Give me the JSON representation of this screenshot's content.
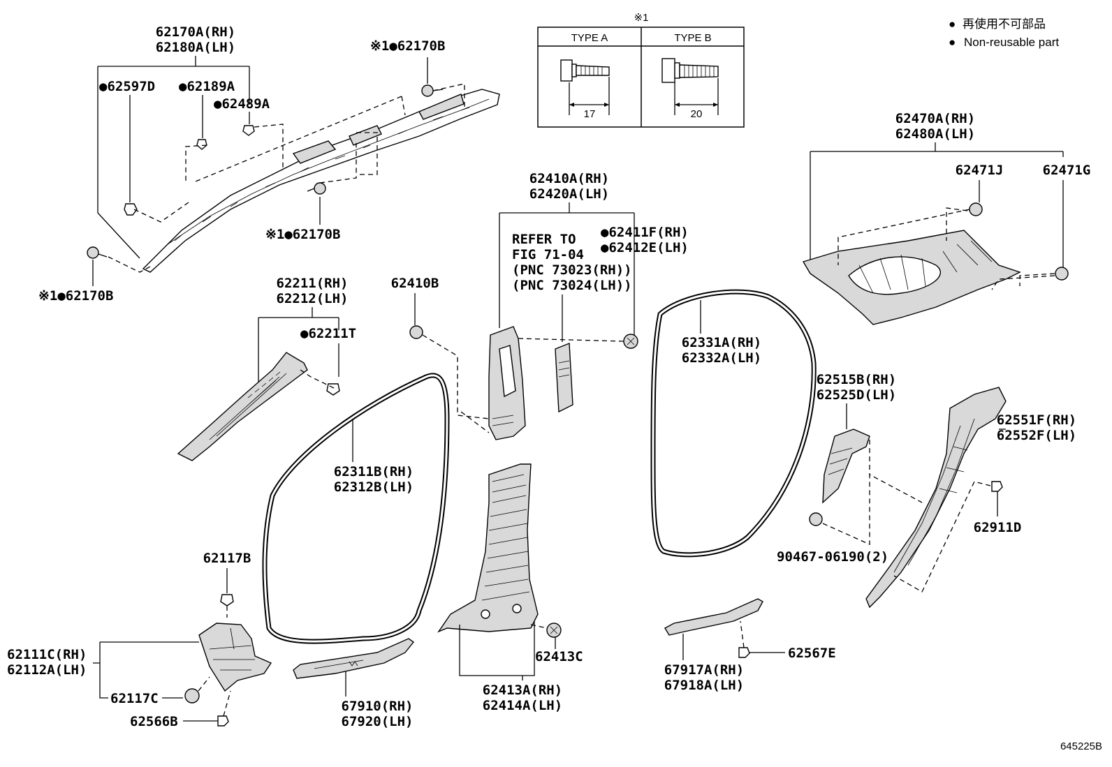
{
  "type_table": {
    "header_note": "※1",
    "type_a": {
      "label": "TYPE A",
      "dimension": "17"
    },
    "type_b": {
      "label": "TYPE B",
      "dimension": "20"
    }
  },
  "legend": {
    "symbol": "●",
    "jp_text": "再使用不可部品",
    "en_text": "Non-reusable part"
  },
  "callouts": {
    "p62170A_rh": "62170A(RH)",
    "p62180A_lh": "62180A(LH)",
    "p62597D": "●62597D",
    "p62189A": "●62189A",
    "p62489A": "●62489A",
    "p62170B_top": "※1●62170B",
    "p62170B_mid": "※1●62170B",
    "p62170B_left": "※1●62170B",
    "p62211_rh": "62211(RH)",
    "p62212_lh": "62212(LH)",
    "p62211T": "●62211T",
    "p62410B": "62410B",
    "p62410A_rh": "62410A(RH)",
    "p62420A_lh": "62420A(LH)",
    "refer_1": "REFER TO",
    "refer_2": "FIG 71-04",
    "refer_3": "(PNC 73023(RH))",
    "refer_4": "(PNC 73024(LH))",
    "p62411F_rh": "●62411F(RH)",
    "p62412E_lh": "●62412E(LH)",
    "p62470A_rh": "62470A(RH)",
    "p62480A_lh": "62480A(LH)",
    "p62471J": "62471J",
    "p62471G": "62471G",
    "p62331A_rh": "62331A(RH)",
    "p62332A_lh": "62332A(LH)",
    "p62515B_rh": "62515B(RH)",
    "p62525D_lh": "62525D(LH)",
    "p62551F_rh": "62551F(RH)",
    "p62552F_lh": "62552F(LH)",
    "p62911D": "62911D",
    "p90467": "90467-06190(2)",
    "p62311B_rh": "62311B(RH)",
    "p62312B_lh": "62312B(LH)",
    "p62117B": "62117B",
    "p62111C_rh": "62111C(RH)",
    "p62112A_lh": "62112A(LH)",
    "p62117C": "62117C",
    "p62566B": "62566B",
    "p67910_rh": "67910(RH)",
    "p67920_lh": "67920(LH)",
    "p62413C": "62413C",
    "p62413A_rh": "62413A(RH)",
    "p62414A_lh": "62414A(LH)",
    "p67917A_rh": "67917A(RH)",
    "p67918A_lh": "67918A(LH)",
    "p62567E": "62567E"
  },
  "figure_id": "645225B"
}
